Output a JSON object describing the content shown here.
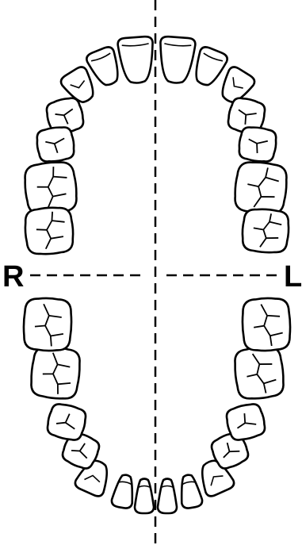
{
  "labels": {
    "right": "R",
    "left": "L"
  },
  "style": {
    "stroke": "#000000",
    "fill": "#ffffff",
    "background": "#ffffff"
  },
  "arches": {
    "upper": {
      "right_side": [
        "central-incisor",
        "lateral-incisor",
        "canine",
        "first-premolar",
        "second-premolar",
        "first-molar",
        "second-molar"
      ],
      "left_side": [
        "central-incisor",
        "lateral-incisor",
        "canine",
        "first-premolar",
        "second-premolar",
        "first-molar",
        "second-molar"
      ]
    },
    "lower": {
      "right_side": [
        "central-incisor",
        "lateral-incisor",
        "canine",
        "first-premolar",
        "second-premolar",
        "first-molar",
        "second-molar"
      ],
      "left_side": [
        "central-incisor",
        "lateral-incisor",
        "canine",
        "first-premolar",
        "second-premolar",
        "first-molar",
        "second-molar"
      ]
    }
  }
}
